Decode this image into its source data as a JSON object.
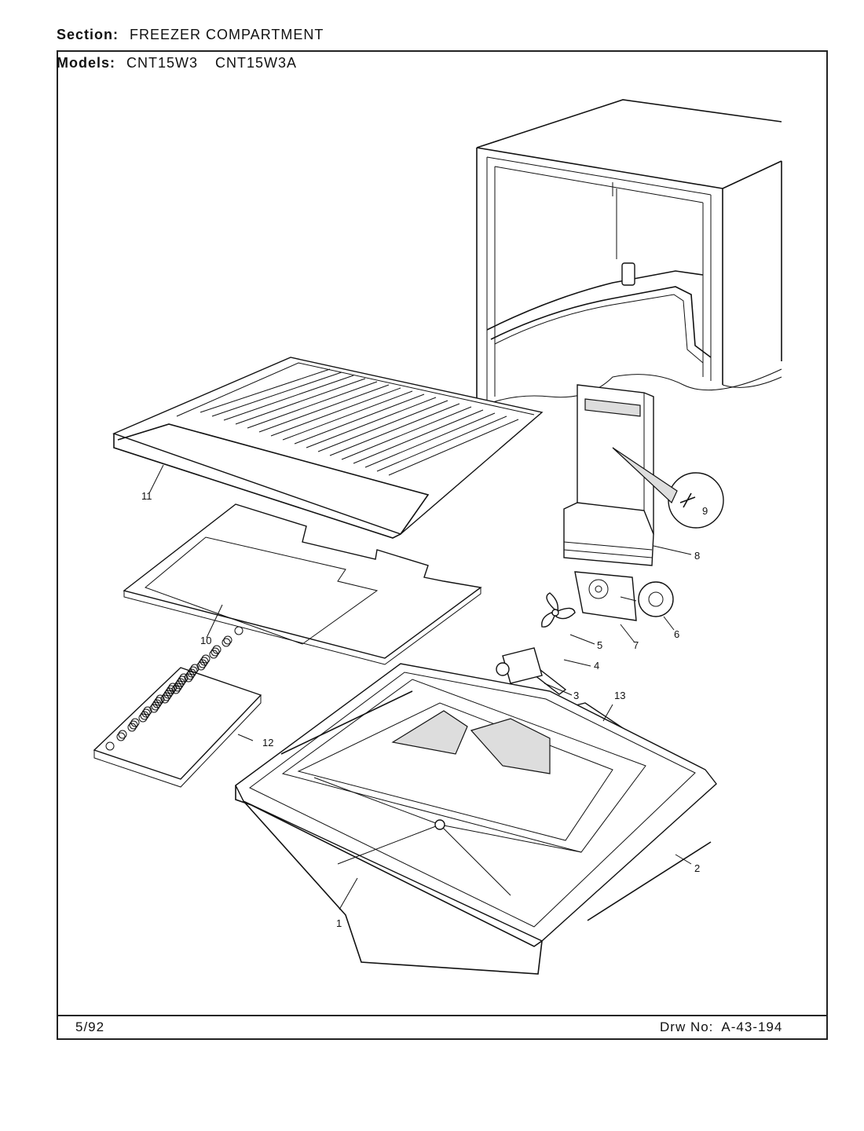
{
  "header": {
    "section_label": "Section:",
    "section_value": "FREEZER COMPARTMENT",
    "models_label": "Models:",
    "models": [
      "CNT15W3",
      "CNT15W3A"
    ]
  },
  "footer": {
    "date": "5/92",
    "drawing_label": "Drw No:",
    "drawing_number": "A-43-194"
  },
  "callouts": [
    "1",
    "2",
    "3",
    "4",
    "5",
    "6",
    "7",
    "8",
    "9",
    "10",
    "11",
    "12",
    "13"
  ]
}
